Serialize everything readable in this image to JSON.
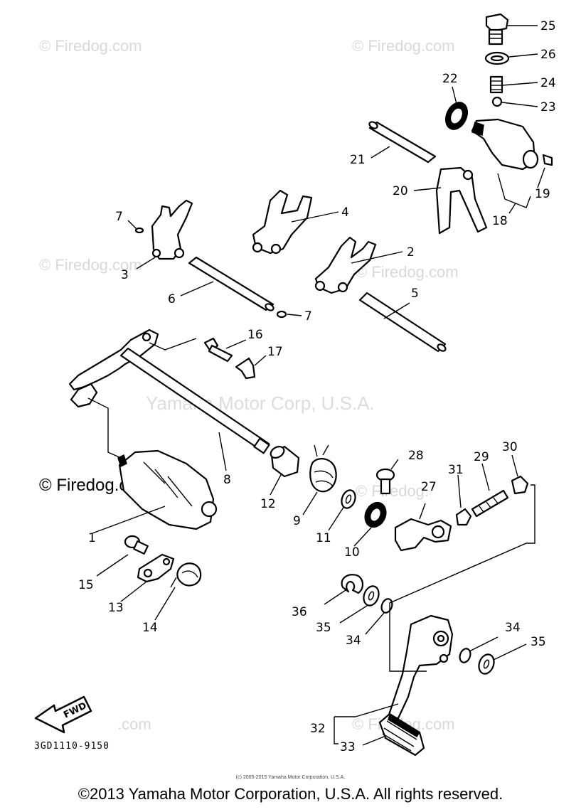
{
  "watermarks": {
    "firedog": "© Firedog.com",
    "firedog_partial": "© Firedog.",
    "firedog_tail": ".com",
    "firedog_short": "© Fire",
    "center": "Yamaha Motor Corp, U.S.A."
  },
  "labels": {
    "p1": "1",
    "p2": "2",
    "p3": "3",
    "p4": "4",
    "p5": "5",
    "p6": "6",
    "p7a": "7",
    "p7b": "7",
    "p8": "8",
    "p9": "9",
    "p10": "10",
    "p11": "11",
    "p12": "12",
    "p13": "13",
    "p14": "14",
    "p15": "15",
    "p16": "16",
    "p17": "17",
    "p18": "18",
    "p19": "19",
    "p20": "20",
    "p21": "21",
    "p22": "22",
    "p23": "23",
    "p24": "24",
    "p25": "25",
    "p26": "26",
    "p27": "27",
    "p28": "28",
    "p29": "29",
    "p30": "30",
    "p31": "31",
    "p32": "32",
    "p33": "33",
    "p34a": "34",
    "p34b": "34",
    "p35a": "35",
    "p35b": "35",
    "p36": "36"
  },
  "fwd_arrow": "FWD",
  "diagram_code": "3GD1110-9150",
  "small_copyright": "(c) 2005-2015 Yamaha Motor Corporation, U.S.A.",
  "footer": "©2013 Yamaha Motor Corporation, U.S.A. All rights reserved."
}
